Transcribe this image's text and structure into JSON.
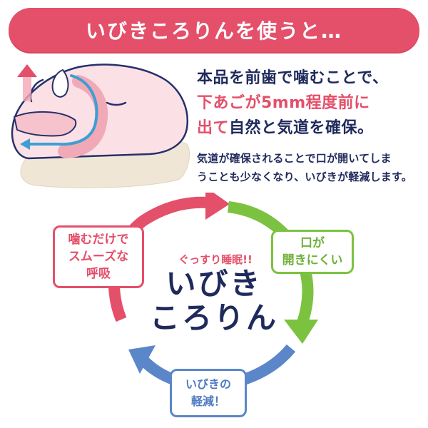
{
  "banner": {
    "title": "いびきころりんを使うと…"
  },
  "description": {
    "line1": "本品を前歯で噛むことで、",
    "line2_red": "下あごが5mm程度前に",
    "line3_red": "出て",
    "line3_rest": "自然と気道を確保。",
    "note_line1": "気道が確保されることで口が開いてしま",
    "note_line2": "うことも少なくなり、いびきが軽減します。"
  },
  "cycle": {
    "box_left": {
      "line1": "噛むだけで",
      "line2": "スムーズな",
      "line3": "呼吸"
    },
    "box_right": {
      "line1": "口が",
      "line2": "開きにくい"
    },
    "box_bottom": {
      "line1": "いびきの",
      "line2": "軽減！"
    },
    "center_sub": "ぐっすり睡眠!!",
    "center_line1": "いびき",
    "center_line2": "ころりん"
  },
  "colors": {
    "accent_red": "#e44f6a",
    "green": "#7cc241",
    "blue": "#5b86c9",
    "navy": "#1f2a5c"
  },
  "icons": [
    "up-arrow-icon",
    "sleeping-face-illustration",
    "airway-arrow-icon",
    "pillow-illustration"
  ]
}
